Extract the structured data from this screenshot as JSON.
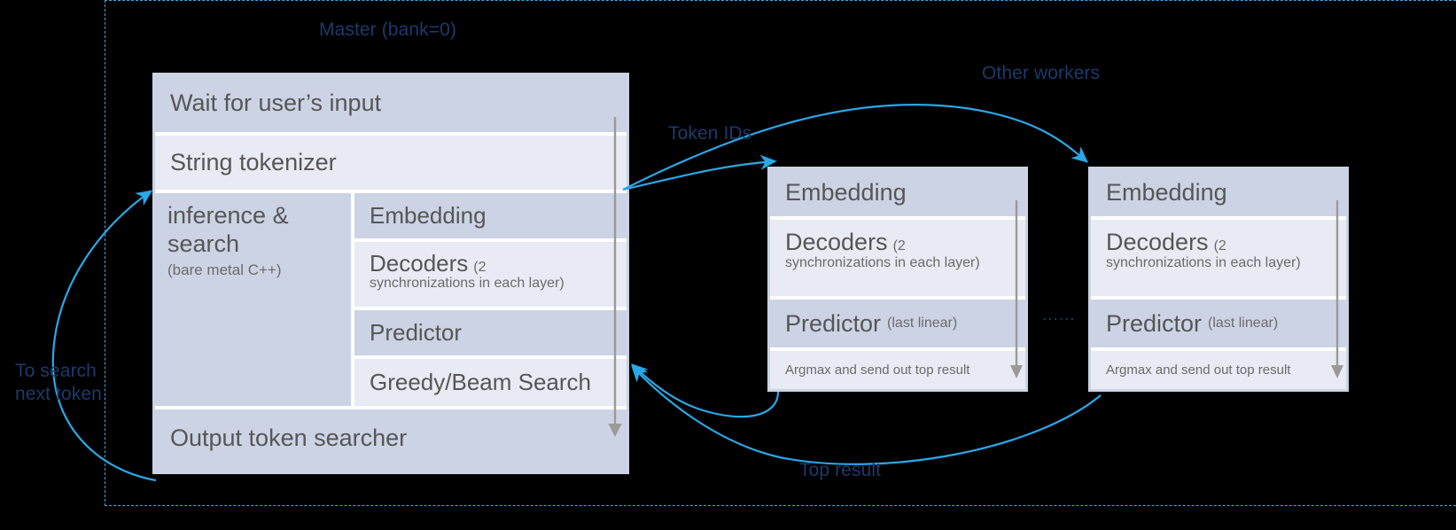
{
  "diagram": {
    "title_region_label": "Master (bank=0)",
    "labels": {
      "master": "Master (bank=0)",
      "other_workers": "Other workers",
      "token_ids": "Token IDs",
      "top_result": "Top result",
      "to_search_next_token": "To search\nnext token",
      "ellipsis": "......"
    },
    "colors": {
      "background": "#000000",
      "dashed_border": "#3fa9e0",
      "arrow_blue": "#2aa7e8",
      "label_blue": "#1b3a6b",
      "row_dark": "#ccd3e4",
      "row_light": "#e8ebf4",
      "text_gray": "#565656",
      "scroll_arrow_gray": "#9a9a9a"
    },
    "master_box": {
      "name": "master-pipeline",
      "rows": [
        {
          "label": "Wait for user’s input",
          "shade": "dark"
        },
        {
          "label": "String tokenizer",
          "shade": "light"
        }
      ],
      "inference_block": {
        "title": "inference &\nsearch",
        "subtitle": "(bare metal C++)",
        "stages": [
          {
            "label": "Embedding",
            "note": "",
            "shade": "dark"
          },
          {
            "label": "Decoders",
            "note": "(2 synchronizations in each layer)",
            "shade": "light"
          },
          {
            "label": "Predictor",
            "note": "",
            "shade": "dark"
          },
          {
            "label": "Greedy/Beam Search",
            "note": "",
            "shade": "light"
          }
        ]
      },
      "footer_row": {
        "label": "Output token searcher",
        "shade": "dark"
      }
    },
    "workers": [
      {
        "name": "worker-1",
        "rows": [
          {
            "label": "Embedding",
            "note": "",
            "shade": "dark",
            "size": "big"
          },
          {
            "label": "Decoders",
            "note": "(2 synchronizations in each layer)",
            "shade": "light",
            "size": "big"
          },
          {
            "label": "Predictor",
            "note": "(last linear)",
            "shade": "dark",
            "size": "big"
          },
          {
            "label": "Argmax and send out top result",
            "note": "",
            "shade": "light",
            "size": "small"
          }
        ]
      },
      {
        "name": "worker-n",
        "rows": [
          {
            "label": "Embedding",
            "note": "",
            "shade": "dark",
            "size": "big"
          },
          {
            "label": "Decoders",
            "note": "(2 synchronizations in each layer)",
            "shade": "light",
            "size": "big"
          },
          {
            "label": "Predictor",
            "note": "(last linear)",
            "shade": "dark",
            "size": "big"
          },
          {
            "label": "Argmax and send out top result",
            "note": "",
            "shade": "light",
            "size": "small"
          }
        ]
      }
    ]
  }
}
